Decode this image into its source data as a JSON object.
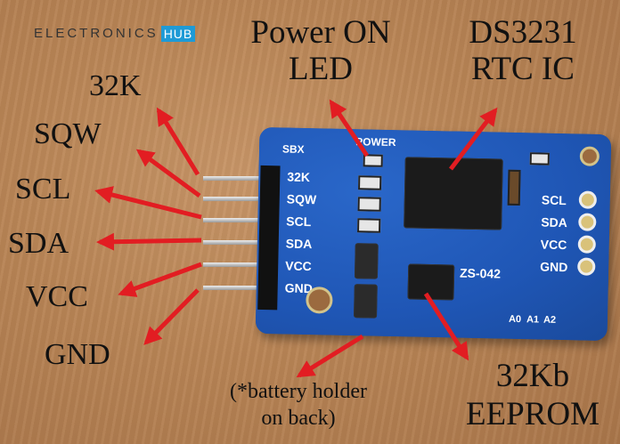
{
  "logo": {
    "text": "ELECTRONICS",
    "badge": "HUB"
  },
  "labels": {
    "power_line1": "Power ON",
    "power_line2": "LED",
    "ic_line1": "DS3231",
    "ic_line2": "RTC IC",
    "eeprom_line1": "32Kb",
    "eeprom_line2": "EEPROM",
    "battery_line1": "(*battery holder",
    "battery_line2": "on back)"
  },
  "pins_left": [
    "32K",
    "SQW",
    "SCL",
    "SDA",
    "VCC",
    "GND"
  ],
  "pins_board_left": [
    "32K",
    "SQW",
    "SCL",
    "SDA",
    "VCC",
    "GND"
  ],
  "pins_board_right": [
    "SCL",
    "SDA",
    "VCC",
    "GND"
  ],
  "board": {
    "brand": "SBX",
    "power_text": "POWER",
    "model": "ZS-042",
    "address_pins": [
      "A0",
      "A1",
      "A2"
    ]
  },
  "colors": {
    "arrow": "#e21d22",
    "board": "#1f56b5",
    "hub_badge": "#1e9ad6"
  }
}
